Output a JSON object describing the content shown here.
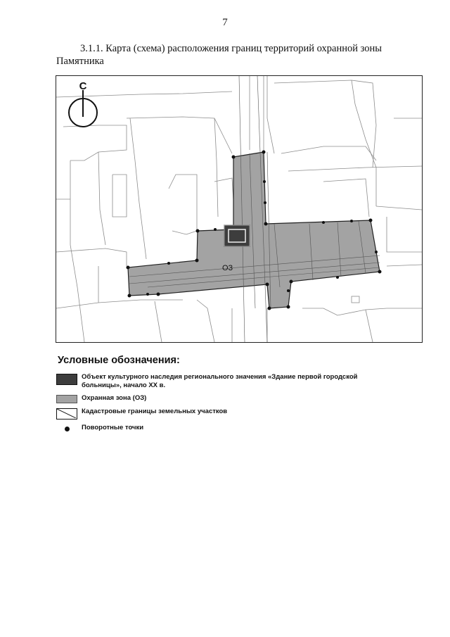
{
  "page_number": "7",
  "caption": {
    "line1": "3.1.1. Карта (схема) расположения границ территорий охранной зоны",
    "line2": "Памятника"
  },
  "map": {
    "north_label": "С",
    "zone_label": "ОЗ",
    "colors": {
      "protection_zone": "#a3a3a3",
      "monument": "#3d3d3d",
      "cadastral_line": "#8c8c8c",
      "frame": "#222222"
    }
  },
  "legend": {
    "title": "Условные обозначения:",
    "items": [
      {
        "symbol": "dark-fill-swatch",
        "label": "Объект культурного наследия регионального значения «Здание первой городской больницы», начало XX в."
      },
      {
        "symbol": "grey-fill-swatch",
        "label": "Охранная зона (ОЗ)"
      },
      {
        "symbol": "cadastral-boundary-swatch",
        "label": "Кадастровые границы земельных участков"
      },
      {
        "symbol": "black-dot",
        "label": "Поворотные точки"
      }
    ]
  }
}
